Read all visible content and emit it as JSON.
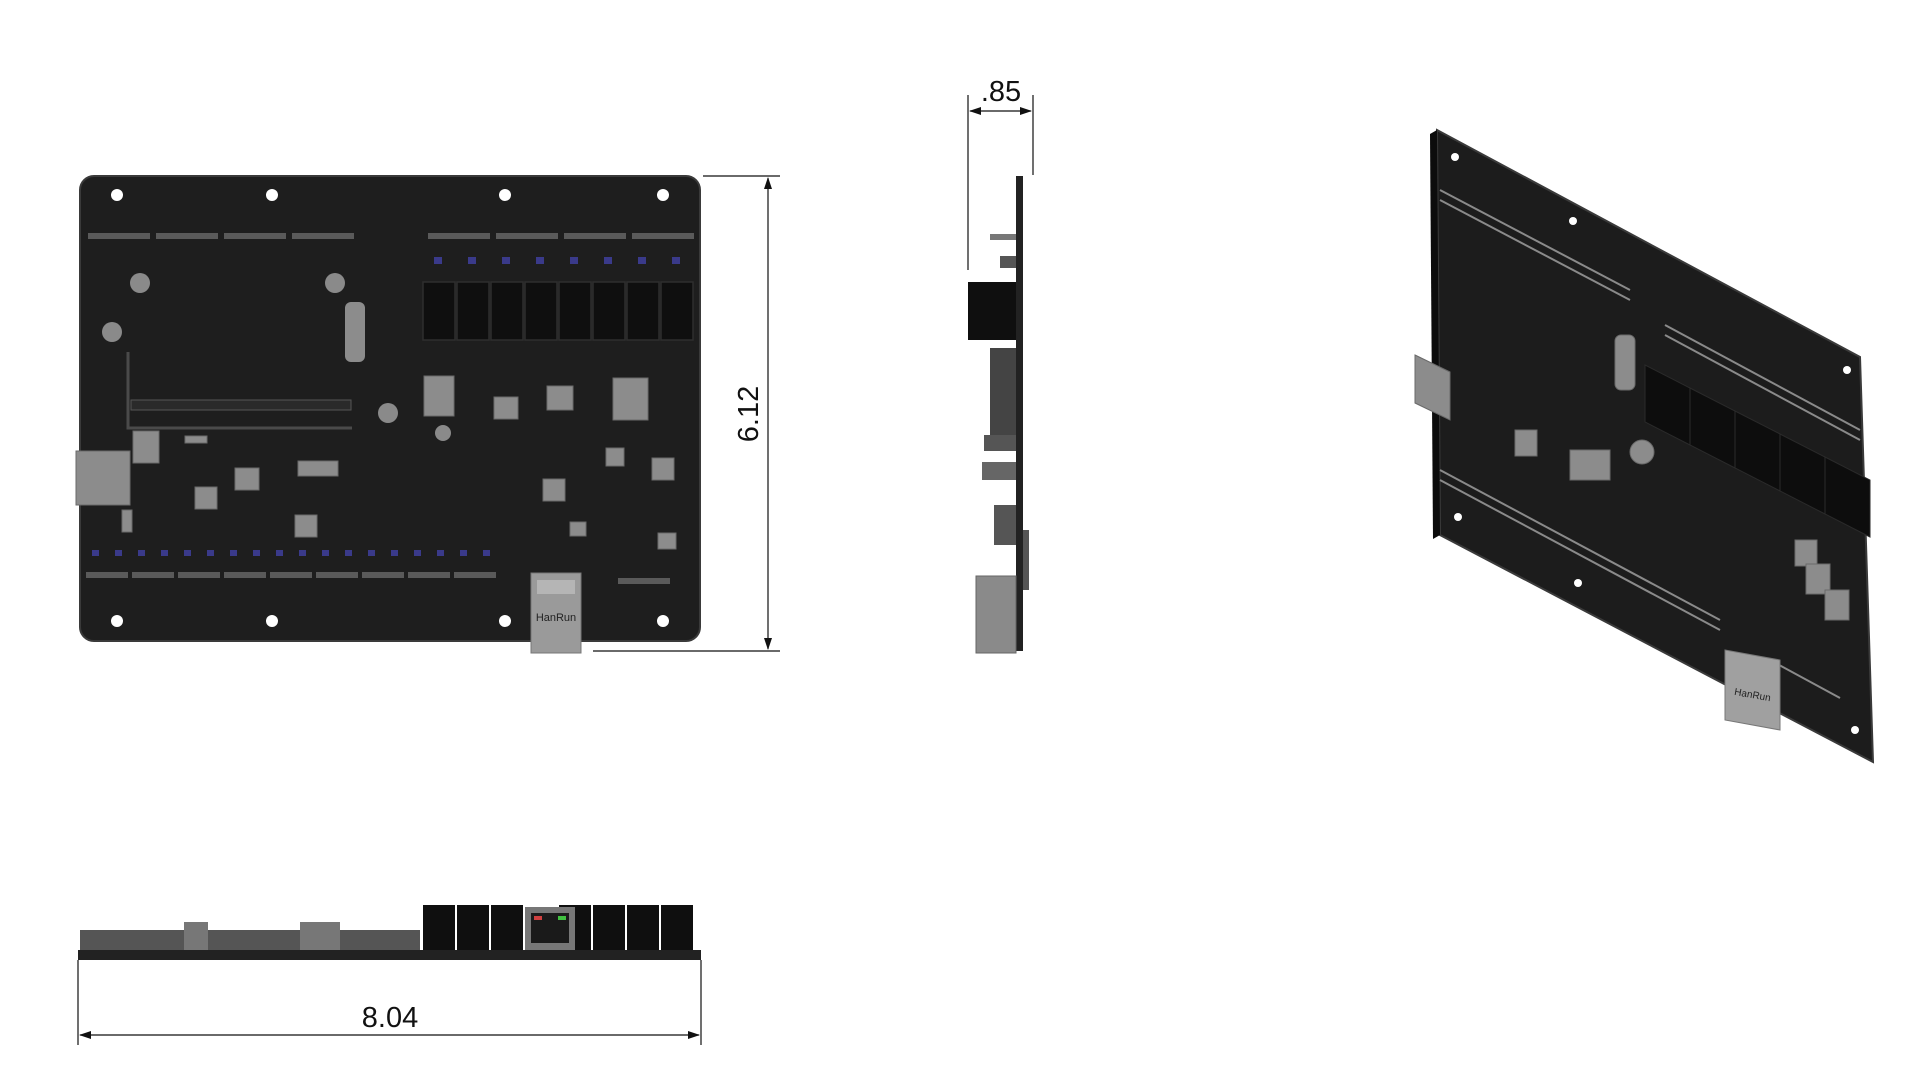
{
  "drawing": {
    "views": [
      {
        "id": "top",
        "name": "top-view"
      },
      {
        "id": "side",
        "name": "side-view"
      },
      {
        "id": "front",
        "name": "front-view"
      },
      {
        "id": "iso",
        "name": "isometric-view"
      }
    ],
    "dimensions": {
      "thickness": ".85",
      "height": "6.12",
      "width": "8.04"
    },
    "connector_label": "HanRun",
    "colors": {
      "board": "#1e1e1e",
      "board_edge": "#3a3a3a",
      "relay": "#0f0f0f",
      "chip": "#8c8c8c",
      "led": "#3a3a8a",
      "header": "#6a6a6a",
      "dimension_line": "#111111",
      "background": "#ffffff"
    }
  }
}
